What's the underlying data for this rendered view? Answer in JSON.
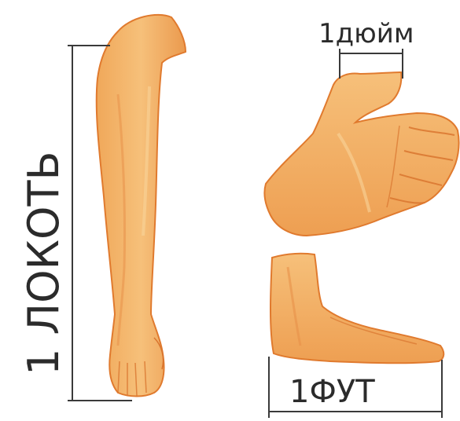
{
  "labels": {
    "elbow": "1 ЛОКОТЬ",
    "inch": "1дюйм",
    "foot": "1ФУТ"
  },
  "colors": {
    "skin_light": "#f6c07a",
    "skin_mid": "#f0a85a",
    "skin_dark": "#e8914a",
    "outline": "#e07a2e",
    "shade": "#d9752f",
    "line": "#3a3a3a"
  }
}
